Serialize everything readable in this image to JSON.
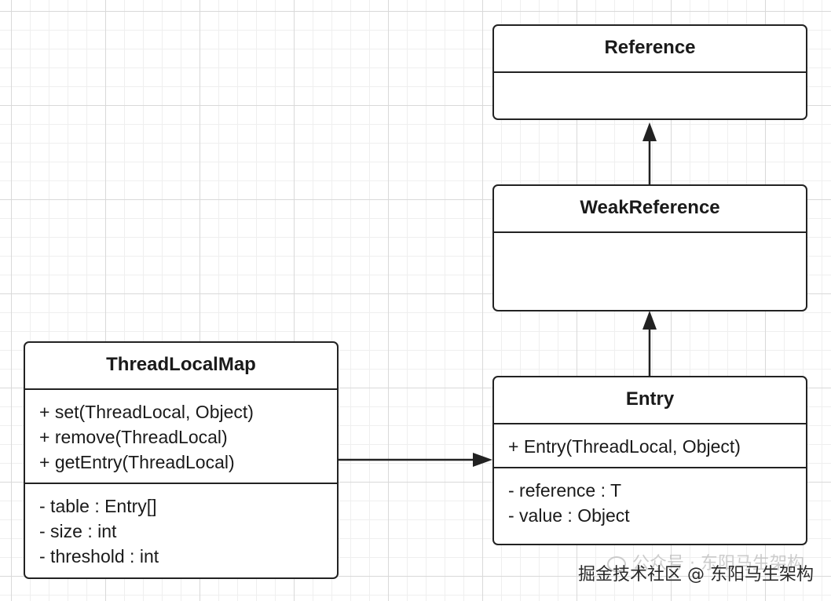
{
  "classes": {
    "reference": {
      "name": "Reference"
    },
    "weak_reference": {
      "name": "WeakReference"
    },
    "entry": {
      "name": "Entry",
      "methods": [
        "+ Entry(ThreadLocal, Object)"
      ],
      "fields": [
        "- reference : T",
        "- value : Object"
      ]
    },
    "thread_local_map": {
      "name": "ThreadLocalMap",
      "methods": [
        "+ set(ThreadLocal, Object)",
        "+ remove(ThreadLocal)",
        "+ getEntry(ThreadLocal)"
      ],
      "fields": [
        "- table : Entry[]",
        "- size : int",
        "- threshold : int"
      ]
    }
  },
  "relations": [
    {
      "from": "weak_reference",
      "to": "reference",
      "kind": "inheritance"
    },
    {
      "from": "entry",
      "to": "weak_reference",
      "kind": "inheritance"
    },
    {
      "from": "thread_local_map",
      "to": "entry",
      "kind": "association"
    }
  ],
  "watermark": {
    "text": "掘金技术社区 @ 东阳马生架构",
    "ghost_text": "公众号 · 东阳马生架构"
  },
  "colors": {
    "stroke": "#222222",
    "background": "#ffffff",
    "grid": "#d9d9d9"
  }
}
